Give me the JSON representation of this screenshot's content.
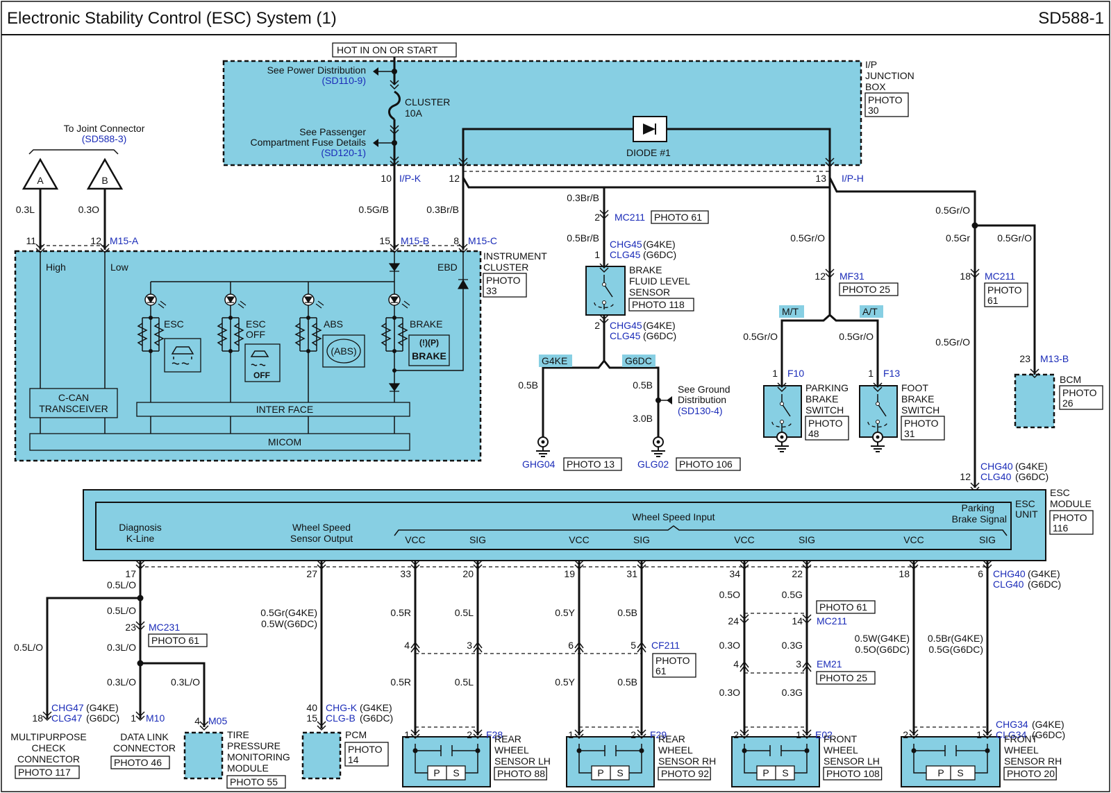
{
  "header": {
    "title": "Electronic Stability Control (ESC) System (1)",
    "code": "SD588-1"
  },
  "fuse": {
    "hot_label": "HOT IN ON OR START",
    "see_power": "See Power Distribution",
    "see_power_ref": "(SD110-9)",
    "fuse_name": "CLUSTER",
    "fuse_rating": "10A",
    "see_pass_1": "See Passenger",
    "see_pass_2": "Compartment Fuse Details",
    "see_pass_ref": "(SD120-1)",
    "junction_1": "I/P",
    "junction_2": "JUNCTION",
    "junction_3": "BOX",
    "junction_photo_1": "PHOTO",
    "junction_photo_2": "30",
    "diode": "DIODE #1"
  },
  "joint": {
    "to_joint": "To Joint Connector",
    "to_joint_ref": "(SD588-3)",
    "a": "A",
    "b": "B"
  },
  "connectors": {
    "ipk_pin": "10",
    "ipk": "I/P-K",
    "ipk2_pin": "12",
    "iph_pin": "13",
    "iph": "I/P-H",
    "m15a_pin11": "11",
    "m15a_pin12": "12",
    "m15a": "M15-A",
    "m15b_pin": "15",
    "m15b": "M15-B",
    "m15c_pin": "8",
    "m15c": "M15-C",
    "mc211_pin": "2",
    "mc211": "MC211",
    "mc211_photo": "PHOTO 61",
    "chg45_pin1": "1",
    "chg45": "CHG45",
    "chg45_v": "(G4KE)",
    "clg45": "CLG45",
    "clg45_v": "(G6DC)",
    "chg45_pin2": "2",
    "mf31_pin": "12",
    "mf31": "MF31",
    "mf31_photo": "PHOTO 25",
    "mc211b_pin": "18",
    "mc211b": "MC211",
    "mc211b_photo_1": "PHOTO",
    "mc211b_photo_2": "61",
    "m13b_pin": "23",
    "m13b": "M13-B",
    "chg40_pin": "12",
    "chg40": "CHG40",
    "chg40_v": "(G4KE)",
    "clg40": "CLG40",
    "clg40_v": "(G6DC)",
    "f10_pin": "1",
    "f10": "F10",
    "f13_pin": "1",
    "f13": "F13"
  },
  "wires": {
    "w_a": "0.3L",
    "w_b": "0.3O",
    "w_ipk": "0.5G/B",
    "w_ip12": "0.3Br/B",
    "w_mc211_top": "0.3Br/B",
    "w_mc211_bot": "0.5Br/B",
    "w_g4ke": "0.5B",
    "w_g6dc": "0.5B",
    "w_g6dc2": "3.0B",
    "w_iph": "0.5Gr/O",
    "w_mt": "0.5Gr/O",
    "w_at": "0.5Gr/O",
    "w_bcm_top": "0.5Gr/O",
    "w_bcm_left": "0.5Gr",
    "w_bcm_right": "0.5Gr/O",
    "w_bcm_bot": "0.5Gr/O"
  },
  "cluster": {
    "name_1": "INSTRUMENT",
    "name_2": "CLUSTER",
    "photo_1": "PHOTO",
    "photo_2": "33",
    "high": "High",
    "low": "Low",
    "ebd": "EBD",
    "esc": "ESC",
    "esc_off_1": "ESC",
    "esc_off_2": "OFF",
    "abs": "ABS",
    "brake": "BRAKE",
    "abs_icon": "(ABS)",
    "brake_icon": "BRAKE",
    "off_icon": "OFF",
    "ccan_1": "C-CAN",
    "ccan_2": "TRANSCEIVER",
    "interface": "INTER FACE",
    "micom": "MICOM"
  },
  "brake_fluid": {
    "name_1": "BRAKE",
    "name_2": "FLUID LEVEL",
    "name_3": "SENSOR",
    "photo": "PHOTO 118",
    "g4ke": "G4KE",
    "g6dc": "G6DC",
    "see_gnd_1": "See Ground",
    "see_gnd_2": "Distribution",
    "see_gnd_ref": "(SD130-4)",
    "ghg04": "GHG04",
    "ghg04_photo": "PHOTO 13",
    "glg02": "GLG02",
    "glg02_photo": "PHOTO 106"
  },
  "switches": {
    "mt": "M/T",
    "at": "A/T",
    "pb_1": "PARKING",
    "pb_2": "BRAKE",
    "pb_3": "SWITCH",
    "pb_photo_1": "PHOTO",
    "pb_photo_2": "48",
    "fb_1": "FOOT",
    "fb_2": "BRAKE",
    "fb_3": "SWITCH",
    "fb_photo_1": "PHOTO",
    "fb_photo_2": "31"
  },
  "bcm": {
    "name": "BCM",
    "photo_1": "PHOTO",
    "photo_2": "26"
  },
  "esc_module": {
    "unit_1": "ESC",
    "unit_2": "UNIT",
    "module_1": "ESC",
    "module_2": "MODULE",
    "photo_1": "PHOTO",
    "photo_2": "116",
    "diag_1": "Diagnosis",
    "diag_2": "K-Line",
    "wss_1": "Wheel Speed",
    "wss_2": "Sensor Output",
    "wsi": "Wheel Speed Input",
    "pbs_1": "Parking",
    "pbs_2": "Brake Signal",
    "vcc": "VCC",
    "sig": "SIG"
  },
  "esc_pins": [
    "17",
    "27",
    "33",
    "20",
    "19",
    "31",
    "34",
    "22",
    "18",
    "6"
  ],
  "esc_bottom_conn": {
    "chg40": "CHG40",
    "chg40_v": "(G4KE)",
    "clg40": "CLG40",
    "clg40_v": "(G6DC)"
  },
  "lower_left": {
    "w17a": "0.5L/O",
    "w17b": "0.5L/O",
    "w17c": "0.5L/O",
    "mc231_pin": "23",
    "mc231": "MC231",
    "mc231_photo": "PHOTO 61",
    "w23a": "0.3L/O",
    "w23b": "0.3L/O",
    "w23c": "0.3L/O",
    "chg47_pin": "18",
    "chg47": "CHG47",
    "chg47_v": "(G4KE)",
    "clg47": "CLG47",
    "clg47_v": "(G6DC)",
    "m10_pin": "1",
    "m10": "M10",
    "m05_pin": "4",
    "m05": "M05",
    "mpc_1": "MULTIPURPOSE",
    "mpc_2": "CHECK",
    "mpc_3": "CONNECTOR",
    "mpc_photo": "PHOTO 117",
    "dlc_1": "DATA LINK",
    "dlc_2": "CONNECTOR",
    "dlc_photo": "PHOTO 46",
    "tpms_1": "TIRE",
    "tpms_2": "PRESSURE",
    "tpms_3": "MONITORING",
    "tpms_4": "MODULE",
    "tpms_photo": "PHOTO 55",
    "w27_1": "0.5Gr(G4KE)",
    "w27_2": "0.5W(G6DC)",
    "chgk_pin": "40",
    "chgk": "CHG-K",
    "chgk_v": "(G4KE)",
    "clgb_pin": "15",
    "clgb": "CLG-B",
    "clgb_v": "(G6DC)",
    "pcm": "PCM",
    "pcm_photo_1": "PHOTO",
    "pcm_photo_2": "14"
  },
  "wheel_wires": {
    "w33": "0.5R",
    "w20": "0.5L",
    "w19": "0.5Y",
    "w31": "0.5B",
    "w34": "0.5O",
    "w22": "0.5G",
    "w18_1": "0.5W(G4KE)",
    "w18_2": "0.5O(G6DC)",
    "w6_1": "0.5Br(G4KE)",
    "w6_2": "0.5G(G6DC)",
    "cf_p1": "4",
    "cf_p2": "3",
    "cf_p3": "6",
    "cf_p4": "5",
    "cf211": "CF211",
    "cf211_photo_1": "PHOTO",
    "cf211_photo_2": "61",
    "w33b": "0.5R",
    "w20b": "0.5L",
    "w19b": "0.5Y",
    "w31b": "0.5B",
    "mc211_photo": "PHOTO 61",
    "mc_p1": "24",
    "mc_p2": "14",
    "mc211": "MC211",
    "w34b": "0.3O",
    "w22b": "0.3G",
    "em_p1": "4",
    "em_p2": "3",
    "em21": "EM21",
    "em21_photo": "PHOTO 25",
    "w34c": "0.3O",
    "w22c": "0.3G"
  },
  "wheel_sensors": [
    {
      "p1": "1",
      "p2": "2",
      "conn": "F28",
      "n1": "REAR",
      "n2": "WHEEL",
      "n3": "SENSOR LH",
      "photo": "PHOTO 88"
    },
    {
      "p1": "1",
      "p2": "2",
      "conn": "F29",
      "n1": "REAR",
      "n2": "WHEEL",
      "n3": "SENSOR RH",
      "photo": "PHOTO 92"
    },
    {
      "p1": "2",
      "p2": "1",
      "conn": "E02",
      "n1": "FRONT",
      "n2": "WHEEL",
      "n3": "SENSOR LH",
      "photo": "PHOTO 108"
    },
    {
      "p1": "2",
      "p2": "1",
      "conn": "CHG34",
      "conn_v": "(G4KE)",
      "conn2": "CLG34",
      "conn2_v": "(G6DC)",
      "n1": "FRONT",
      "n2": "WHEEL",
      "n3": "SENSOR RH",
      "photo": "PHOTO 20"
    }
  ],
  "ps": {
    "p": "P",
    "s": "S"
  }
}
